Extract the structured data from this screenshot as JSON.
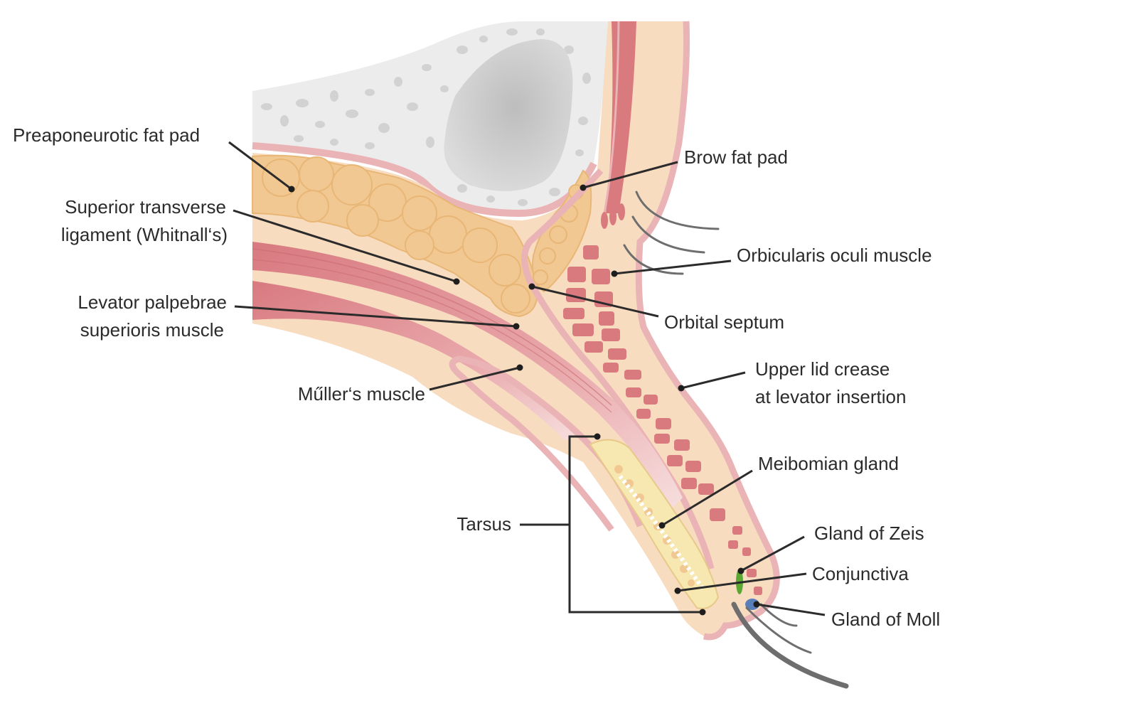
{
  "labels": {
    "preaponeurotic_fat_pad": "Preaponeurotic fat pad",
    "whitnall_line1": "Superior transverse",
    "whitnall_line2": "ligament (Whitnall‘s)",
    "levator_line1": "Levator palpebrae",
    "levator_line2": "superioris muscle",
    "muller": "Műller‘s muscle",
    "tarsus": "Tarsus",
    "brow_fat_pad": "Brow fat pad",
    "orbicularis": "Orbicularis oculi muscle",
    "orbital_septum": "Orbital septum",
    "crease_line1": "Upper lid crease",
    "crease_line2": "at levator insertion",
    "meibomian": "Meibomian gland",
    "zeis": "Gland of Zeis",
    "conjunctiva": "Conjunctiva",
    "moll": "Gland of Moll"
  },
  "colors": {
    "bone": "#ececec",
    "bone_pores": "#d2d2d2",
    "sinus": "#cfcfcf",
    "skin": "#f8dcc0",
    "periosteum": "#eab3b5",
    "fat": "#f2c892",
    "muscle": "#d97a7f",
    "tarsus": "#f6e8b0",
    "zeis": "#5aa832",
    "moll": "#5a7fb8",
    "lash": "#6e6e6e",
    "leader": "#2b2b2b"
  }
}
